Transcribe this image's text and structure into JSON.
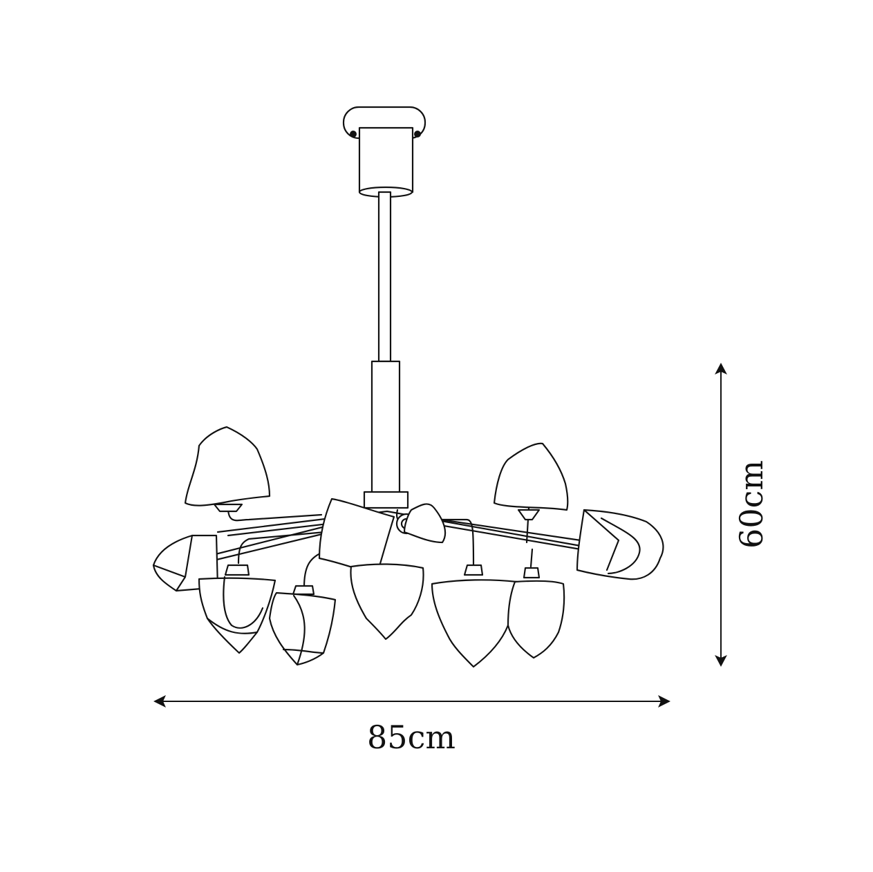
{
  "diagram": {
    "subject": "chandelier",
    "dimensions": {
      "width_label": "85cm",
      "height_label": "60cm"
    },
    "colors": {
      "line": "#111111",
      "background": "#ffffff"
    }
  }
}
